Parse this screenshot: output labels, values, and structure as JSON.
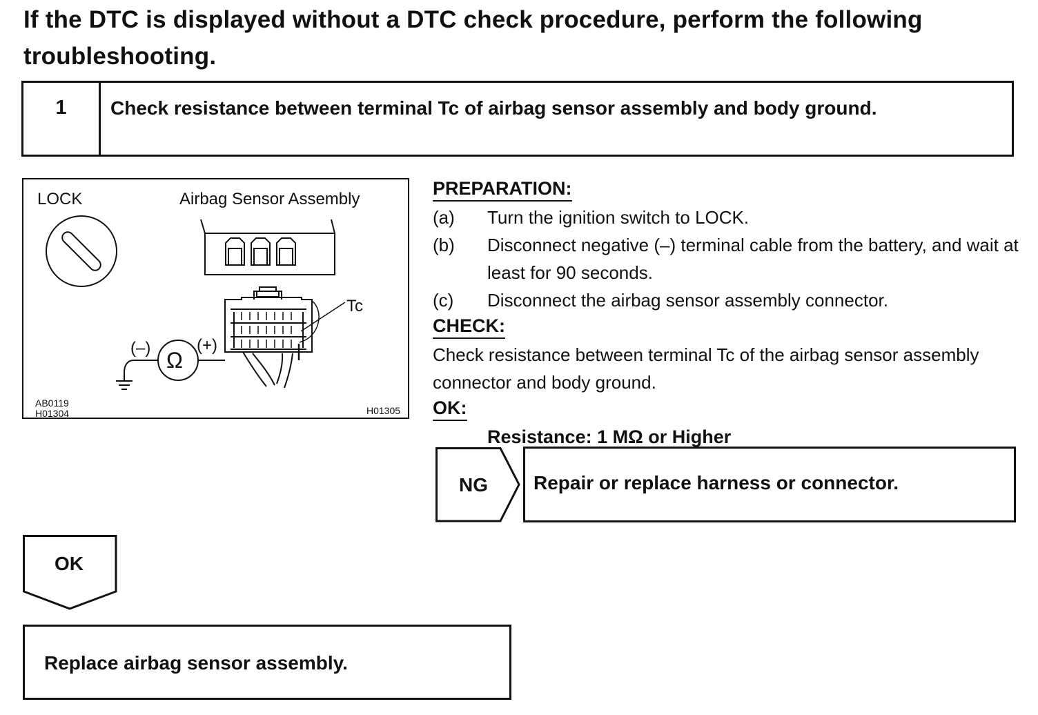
{
  "heading": "If the DTC is displayed without a DTC check procedure, perform the following troubleshooting.",
  "step": {
    "number": "1",
    "title": "Check resistance between terminal Tc of airbag sensor assembly and body ground."
  },
  "figure": {
    "lock_label": "LOCK",
    "sensor_label": "Airbag Sensor Assembly",
    "terminal_label": "Tc",
    "minus_label": "(–)",
    "plus_label": "(+)",
    "ohm_symbol": "Ω",
    "code_1": "AB0119",
    "code_2": "H01304",
    "code_3": "H01305"
  },
  "preparation": {
    "title": "PREPARATION:",
    "steps": [
      {
        "label": "(a)",
        "text": "Turn the ignition switch to LOCK."
      },
      {
        "label": "(b)",
        "text": "Disconnect negative (–) terminal cable from the battery, and wait at least for 90 seconds."
      },
      {
        "label": "(c)",
        "text": "Disconnect the airbag sensor assembly connector."
      }
    ]
  },
  "check": {
    "title": "CHECK:",
    "text": "Check resistance between terminal Tc of the airbag sensor assembly connector and body ground."
  },
  "ok_section": {
    "title": "OK:",
    "spec": "Resistance: 1 MΩ or Higher"
  },
  "ng_result": {
    "label": "NG",
    "action": "Repair or replace harness or connector."
  },
  "ok_result": {
    "label": "OK",
    "action": "Replace airbag sensor assembly."
  }
}
